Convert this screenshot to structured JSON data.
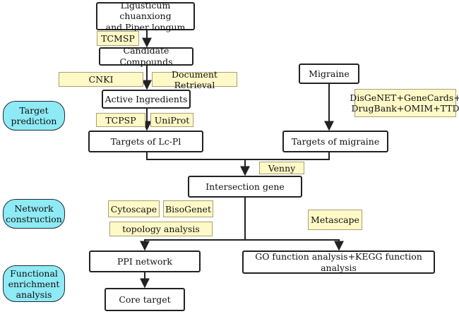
{
  "nodes": {
    "herbs": "Ligusticum chuanxiong\nand Piper longum",
    "candidate": "Candidate Compounds",
    "active": "Active Ingredients",
    "targets_lcpl": "Targets of Lc-Pl",
    "migraine": "Migraine",
    "targets_migraine": "Targets of migraine",
    "intersection": "Intersection gene",
    "ppi": "PPI network",
    "core": "Core target",
    "go_kegg": "GO function analysis+KEGG function analysis"
  },
  "tags": {
    "tcmsp": "TCMSP",
    "cnki": "CNKI",
    "doc_retrieval": "Document Retrieval",
    "tcpsp": "TCPSP",
    "uniprot": "UniProt",
    "databases": "DisGeNET+GeneCards+\nDrugBank+OMIM+TTD",
    "venny": "Venny",
    "cytoscape": "Cytoscape",
    "bisogenet": "BisoGenet",
    "topology": "topology analysis",
    "metascape": "Metascape"
  },
  "stages": {
    "target_prediction": "Target\nprediction",
    "network_construction": "Network\nconstruction",
    "functional_enrichment": "Functional\nenrichment\nanalysis"
  },
  "colors": {
    "tag_fill": "#fff9c7",
    "stage_fill": "#8eeaf4",
    "line": "#222222"
  }
}
